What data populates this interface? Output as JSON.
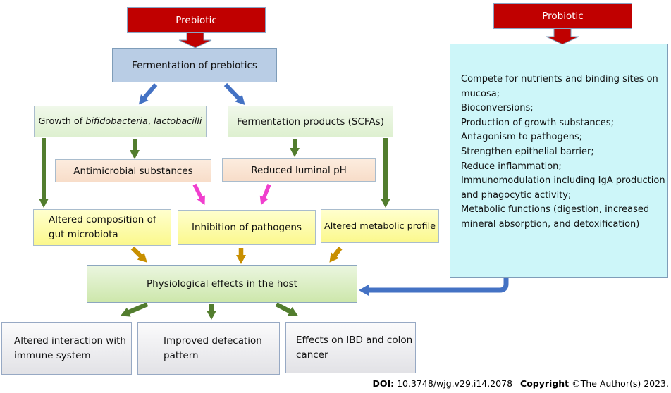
{
  "nodes": {
    "prebiotic": {
      "label": "Prebiotic"
    },
    "probiotic": {
      "label": "Probiotic"
    },
    "fermentation": {
      "label": "Fermentation of prebiotics"
    },
    "growth": {
      "parts": [
        "Growth of ",
        "bifidobacteria",
        ", ",
        "lactobacilli"
      ]
    },
    "ferm_products": {
      "label": "Fermentation products (SCFAs)"
    },
    "antimicrobial": {
      "label": "Antimicrobial substances"
    },
    "reduced_ph": {
      "label": "Reduced luminal pH"
    },
    "altered_composition": {
      "label": "Altered composition of\ngut microbiota"
    },
    "inhibition": {
      "label": "Inhibition of pathogens"
    },
    "altered_metabolic": {
      "label": "Altered metabolic profile"
    },
    "physiological": {
      "label": "Physiological effects in the host"
    },
    "immune": {
      "label": "Altered interaction with\nimmune system"
    },
    "defecation": {
      "label": "Improved defecation\npattern"
    },
    "ibd": {
      "label": "Effects on IBD and colon\ncancer"
    }
  },
  "probiotic_panel": {
    "lines": [
      "Compete for nutrients and binding sites on",
      "mucosa;",
      "Bioconversions;",
      "Production of growth substances;",
      "Antagonism to pathogens;",
      "Strengthen epithelial barrier;",
      "Reduce inflammation;",
      "Immunomodulation including IgA production",
      "and phagocytic activity;",
      "Metabolic functions (digestion, increased",
      "mineral absorption, and detoxification)"
    ]
  },
  "footer": {
    "doi_label": "DOI:",
    "doi_value": "10.3748/wjg.v29.i14.2078",
    "copyright_label": "Copyright",
    "copyright_value": "©The Author(s) 2023."
  },
  "colors": {
    "node_red": "#c00000",
    "box_blue": "#b9cde5",
    "box_green_light": "#e7f3dc",
    "box_peach": "#fae3d3",
    "box_yellow": "#fdfd9a",
    "box_green_gradient": "#cde7ab",
    "box_gray": "#ececee",
    "panel_cyan": "#cdf6f9",
    "arrow_blue": "#4472c4",
    "arrow_green": "#527d2e",
    "arrow_magenta": "#f03fce",
    "arrow_gold": "#c88f00"
  }
}
